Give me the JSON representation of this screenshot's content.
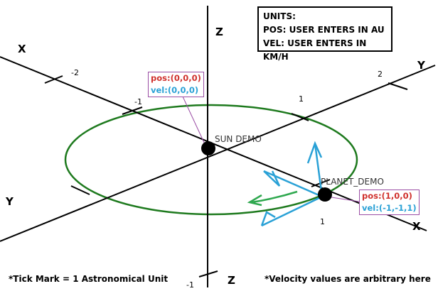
{
  "axes": {
    "x_letter": "X",
    "y_letter": "Y",
    "z_letter": "Z",
    "tick_labels": {
      "x_neg2": "-2",
      "x_neg1": "-1",
      "x_pos1": "1",
      "y_pos1": "1",
      "y_pos2": "2",
      "z_neg1": "-1"
    }
  },
  "units_box": {
    "title": "UNITS:",
    "pos_line": "POS: USER ENTERS IN AU",
    "vel_line": "VEL: USER ENTERS IN KM/H"
  },
  "sun": {
    "name": "SUN DEMO",
    "pos_text": "pos:(0,0,0)",
    "vel_text": "vel:(0,0,0)"
  },
  "planet": {
    "name": "PLANET_DEMO",
    "pos_text": "pos:(1,0,0)",
    "vel_text": "vel:(-1,-1,1)"
  },
  "notes": {
    "tick_mark": "*Tick Mark = 1 Astronomical Unit",
    "velocity": "*Velocity values are arbitrary here"
  },
  "colors": {
    "orbit": "#1e7a1e",
    "velocity_arrows": "#2aa1d6",
    "pos_text": "#d0312d",
    "vel_text": "#2aa1d6",
    "leader_line": "#9b4ea5"
  }
}
